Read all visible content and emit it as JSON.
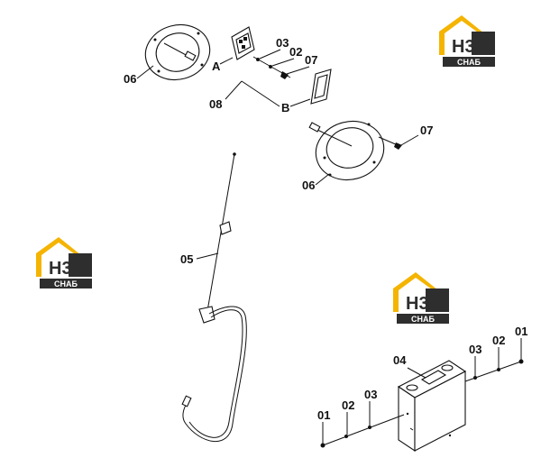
{
  "diagram": {
    "labels": {
      "p01_left": "01",
      "p02_left": "02",
      "p03_left": "03",
      "p01_right": "01",
      "p02_right": "02",
      "p03_right": "03",
      "p04": "04",
      "p05": "05",
      "p06_top": "06",
      "p06_bottom": "06",
      "p07_top": "07",
      "p07_bottom": "07",
      "p08": "08",
      "p03_top": "03",
      "p02_top": "02",
      "ref_a": "A",
      "ref_b": "B"
    },
    "logos": [
      {
        "mark": "H3",
        "caption": "СНАБ"
      },
      {
        "mark": "H3",
        "caption": "СНАБ"
      },
      {
        "mark": "H3",
        "caption": "СНАБ"
      }
    ]
  }
}
